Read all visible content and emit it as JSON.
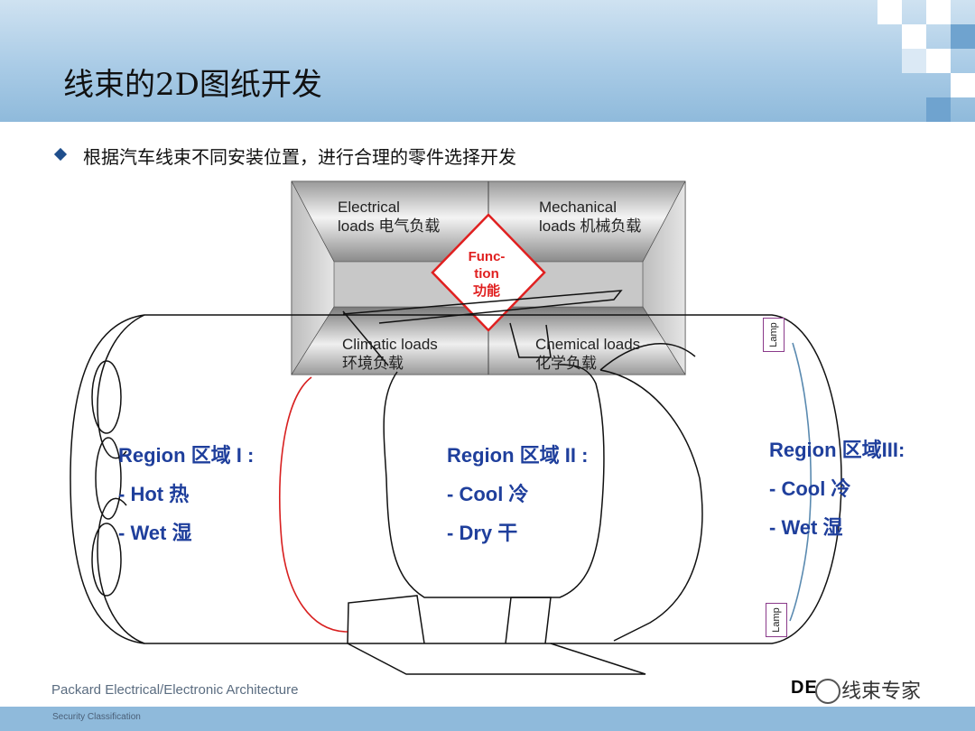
{
  "slide": {
    "title": "线束的2D图纸开发",
    "bullet": "根据汽车线束不同安装位置，进行合理的零件选择开发"
  },
  "loads": {
    "electrical": [
      "Electrical",
      "loads 电气负载"
    ],
    "mechanical": [
      "Mechanical",
      "loads 机械负载"
    ],
    "climatic": [
      "Climatic loads",
      "环境负载"
    ],
    "chemical": [
      "Chemical loads",
      "化学负载"
    ],
    "function": [
      "Func-",
      "tion",
      "功能"
    ]
  },
  "regions": [
    {
      "name": "Region 区域 I :",
      "lines": [
        "- Hot 热",
        "- Wet 湿"
      ]
    },
    {
      "name": "Region 区域 II :",
      "lines": [
        "- Cool 冷",
        "- Dry 干"
      ]
    },
    {
      "name": "Region 区域III:",
      "lines": [
        "- Cool 冷",
        "- Wet 湿"
      ]
    }
  ],
  "lamps": [
    "Lamp",
    "Lamp"
  ],
  "footer": {
    "architecture": "Packard Electrical/Electronic Architecture",
    "classification": "Security Classification",
    "logo": "DE",
    "watermark": "线束专家"
  },
  "colors": {
    "header": "#a9cbe6",
    "region_text": "#1f3f9c",
    "function_red": "#e02020",
    "harness_red": "#d82020",
    "harness_blue": "#5a8ab0"
  }
}
